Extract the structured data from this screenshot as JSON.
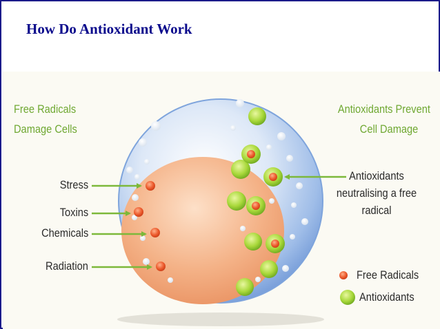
{
  "title": "How Do Antioxidant Work",
  "labels": {
    "free_radicals_line1": "Free Radicals",
    "free_radicals_line2": "Damage Cells",
    "antioxidants_line1": "Antioxidants Prevent",
    "antioxidants_line2": "Cell Damage",
    "stress": "Stress",
    "toxins": "Toxins",
    "chemicals": "Chemicals",
    "radiation": "Radiation",
    "neutralising_line1": "Antioxidants",
    "neutralising_line2": "neutralising a free",
    "neutralising_line3": "radical"
  },
  "legend": {
    "free_radicals": "Free Radicals",
    "antioxidants": "Antioxidants"
  },
  "colors": {
    "title": "#0a0a8c",
    "border": "#1a1a8a",
    "label_green": "#6fa832",
    "arrow_green": "#7cb83a",
    "free_radical": "#e8502a",
    "antioxidant": "#9ad12c",
    "nucleus": "#f2a978",
    "cell": "#8fb6e6"
  }
}
